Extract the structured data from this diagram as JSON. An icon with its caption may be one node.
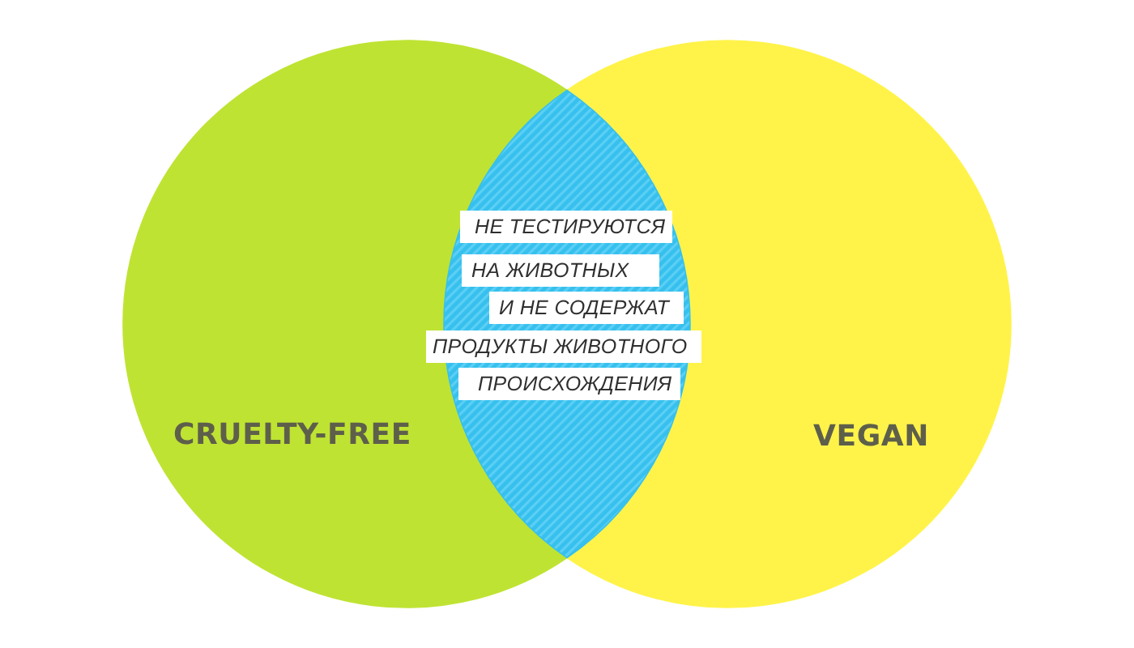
{
  "diagram": {
    "nodes": [
      {
        "text": [
          "CRUELTY-FREE"
        ]
      },
      {
        "text": [
          "VEGAN"
        ]
      },
      {
        "text": [
          "НЕ ТЕСТИРУЮТСЯ",
          "НА ЖИВОТНЫХ",
          "И НЕ СОДЕРЖАТ",
          "ПРОДУКТЫ ЖИВОТНОГО",
          "ПРОИСХОЖДЕНИЯ"
        ]
      }
    ]
  }
}
